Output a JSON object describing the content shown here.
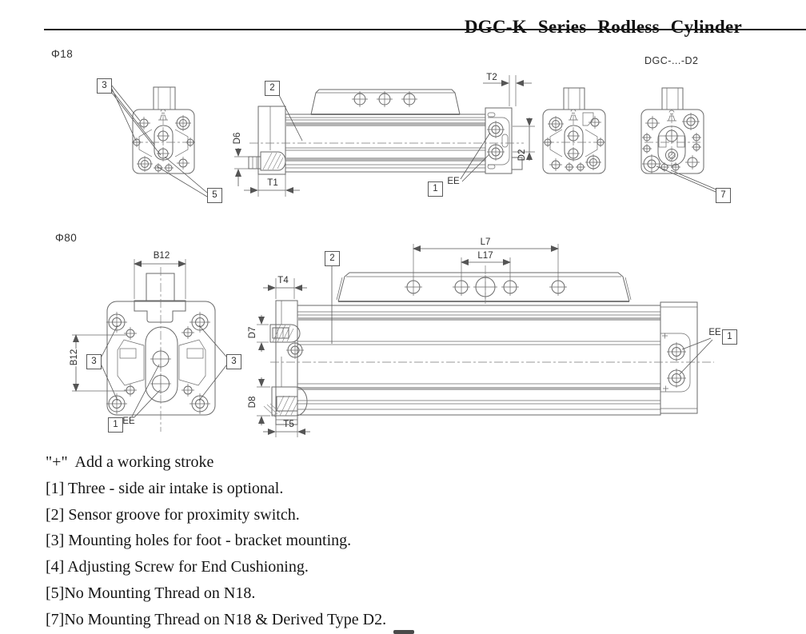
{
  "header": {
    "title": "DGC-K Series Rodless Cylinder"
  },
  "sections": {
    "phi18_label": "Φ18",
    "phi80_label": "Φ80",
    "variant_label": "DGC-...-D2"
  },
  "callouts": {
    "c3a": "3",
    "c5": "5",
    "c2a": "2",
    "c1a": "1",
    "c7": "7",
    "c3l": "3",
    "c3r": "3",
    "c1b": "1",
    "c2b": "2",
    "c1c": "1"
  },
  "dims": {
    "t1": "T1",
    "t2": "T2",
    "d2": "D2",
    "d6": "D6",
    "d7": "D7",
    "d8": "D8",
    "t4": "T4",
    "t5": "T5",
    "b12_top": "B12",
    "b12_left": "B12",
    "l7": "L7",
    "l17": "L17",
    "ee_phi18": "EE",
    "ee_phi80_front": "EE",
    "ee_phi80_side": "EE"
  },
  "legend": {
    "items": [
      "\"+\"  Add a working stroke",
      "[1] Three - side air intake is optional.",
      "[2] Sensor groove for proximity switch.",
      "[3] Mounting holes for foot - bracket mounting.",
      "[4] Adjusting Screw for End Cushioning.",
      "[5]No Mounting Thread on N18.",
      "[7]No Mounting Thread on N18 & Derived Type D2."
    ]
  }
}
